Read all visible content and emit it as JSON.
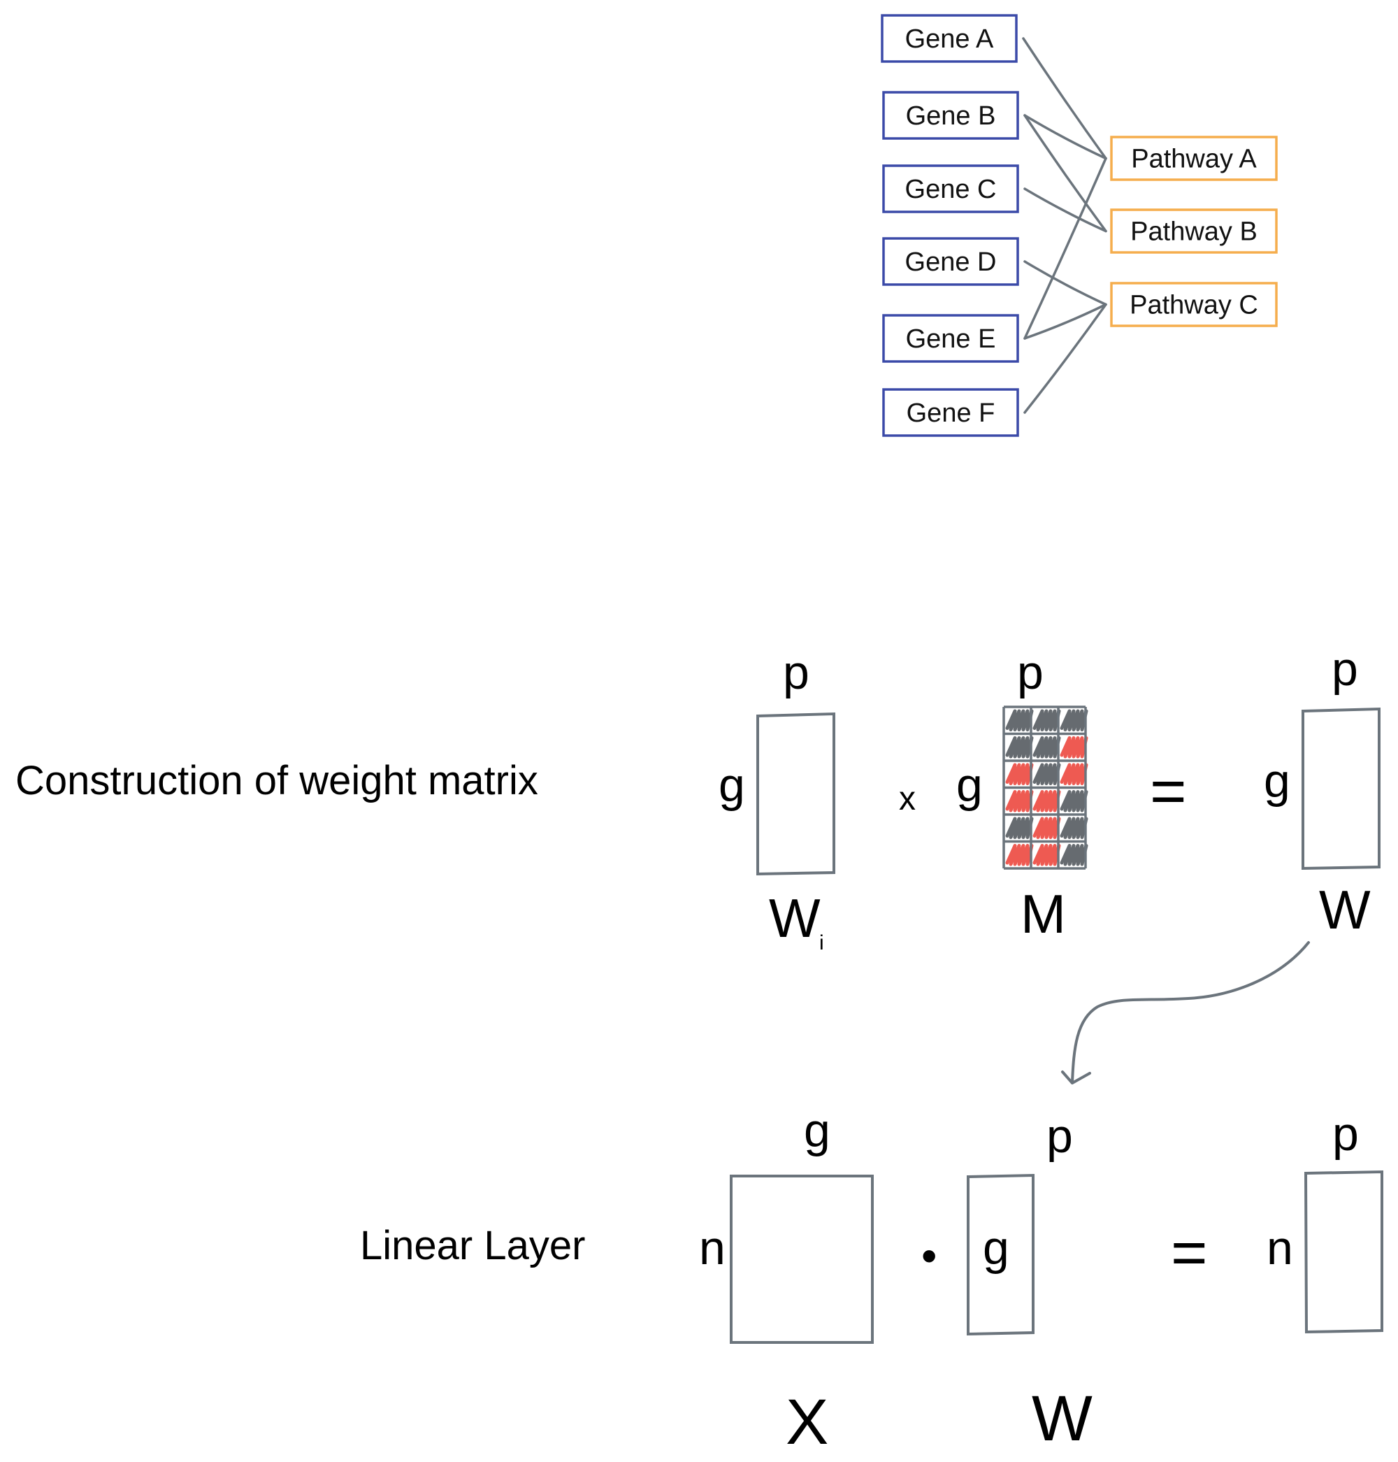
{
  "colors": {
    "gene_border": "#3b4aa8",
    "pathway_border": "#f5ad4d",
    "edge": "#6b747c",
    "matrix_border": "#6b747c",
    "mask_on": "#ee5a52",
    "mask_off": "#666b70"
  },
  "network": {
    "genes": [
      "Gene A",
      "Gene B",
      "Gene C",
      "Gene D",
      "Gene E",
      "Gene F"
    ],
    "pathways": [
      "Pathway A",
      "Pathway B",
      "Pathway C"
    ],
    "edges": [
      {
        "gene": "Gene A",
        "pathway": "Pathway A"
      },
      {
        "gene": "Gene B",
        "pathway": "Pathway A"
      },
      {
        "gene": "Gene B",
        "pathway": "Pathway B"
      },
      {
        "gene": "Gene C",
        "pathway": "Pathway B"
      },
      {
        "gene": "Gene D",
        "pathway": "Pathway C"
      },
      {
        "gene": "Gene E",
        "pathway": "Pathway A"
      },
      {
        "gene": "Gene E",
        "pathway": "Pathway C"
      },
      {
        "gene": "Gene F",
        "pathway": "Pathway C"
      }
    ]
  },
  "construction": {
    "title": "Construction of weight matrix",
    "wi": {
      "name": "W",
      "subscript": "i",
      "rows_label": "g",
      "cols_label": "p"
    },
    "operator": "x",
    "mask": {
      "name": "M",
      "rows_label": "g",
      "cols_label": "p",
      "cells": [
        [
          "off",
          "off",
          "off"
        ],
        [
          "off",
          "off",
          "on"
        ],
        [
          "on",
          "off",
          "on"
        ],
        [
          "on",
          "on",
          "off"
        ],
        [
          "off",
          "on",
          "off"
        ],
        [
          "on",
          "on",
          "off"
        ]
      ]
    },
    "equals": "=",
    "result": {
      "name": "W",
      "rows_label": "g",
      "cols_label": "p"
    }
  },
  "linear": {
    "title": "Linear Layer",
    "x": {
      "name": "X",
      "rows_label": "n",
      "cols_label": "g"
    },
    "operator": "•",
    "w": {
      "name": "W",
      "rows_label": "g",
      "cols_label": "p"
    },
    "equals": "=",
    "result": {
      "rows_label": "n",
      "cols_label": "p"
    }
  }
}
